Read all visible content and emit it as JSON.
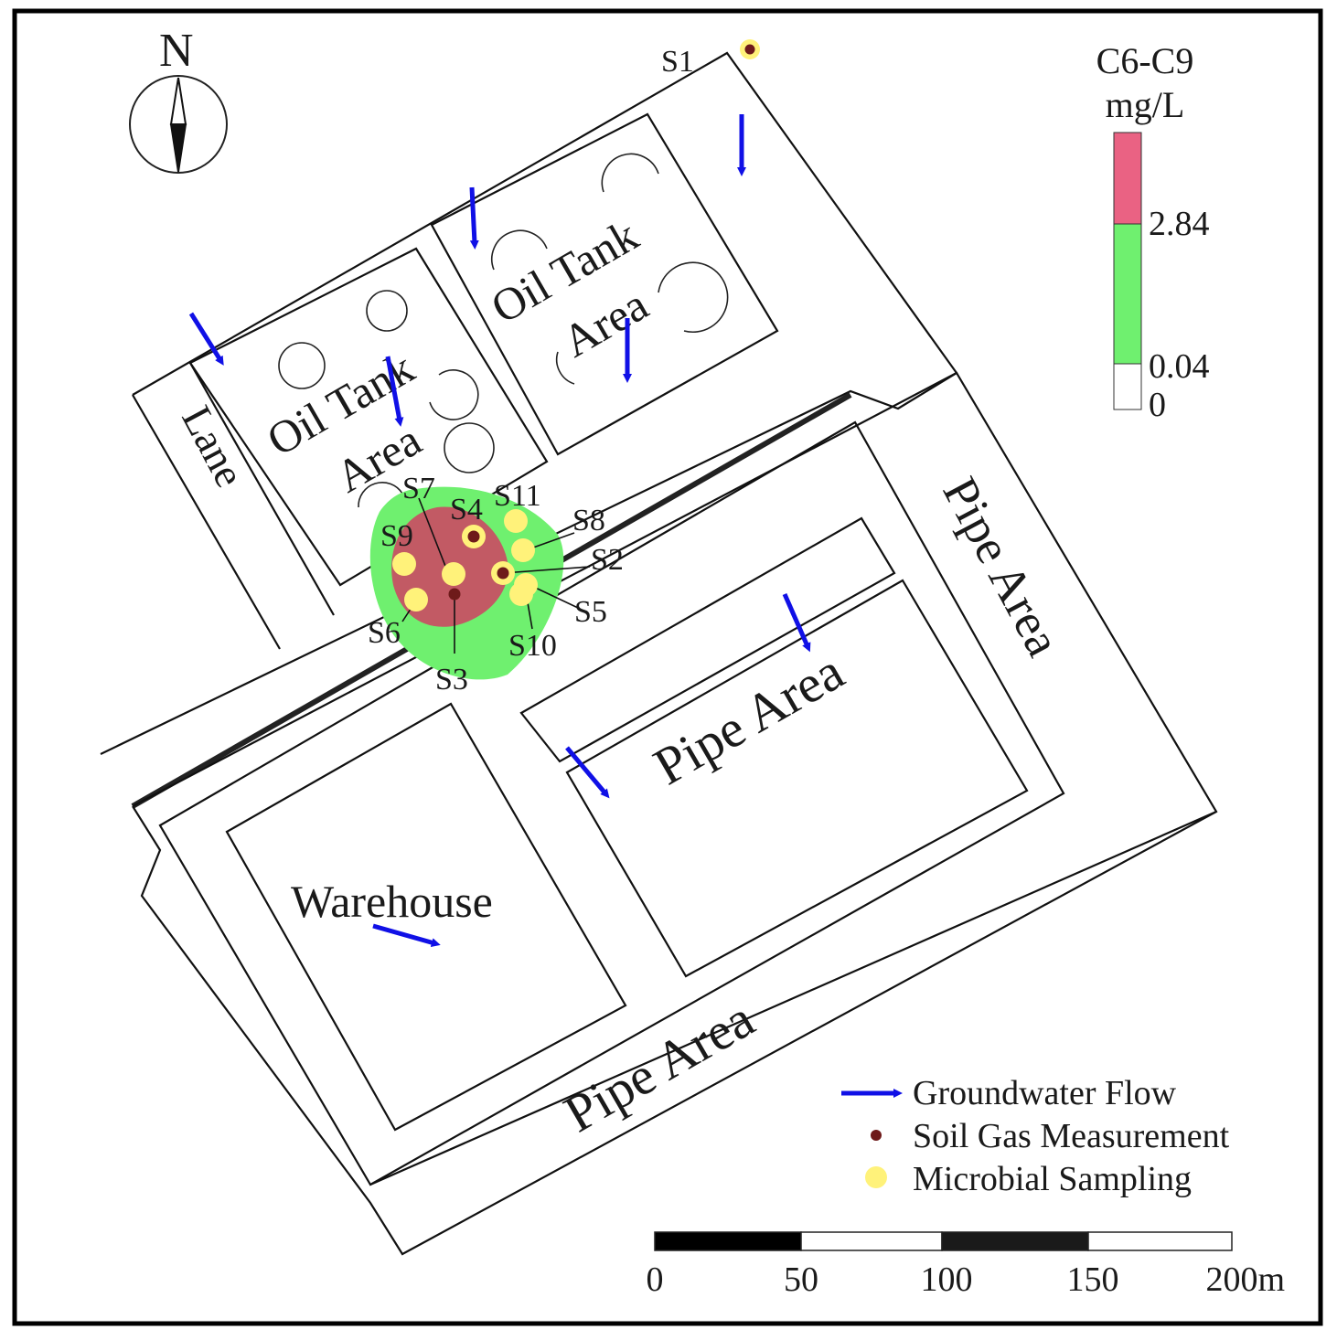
{
  "north_label": "N",
  "area_labels": {
    "oil_tank_left": [
      "Oil Tank",
      "Area"
    ],
    "oil_tank_right": [
      "Oil Tank",
      "Area"
    ],
    "lane": "Lane",
    "pipe_area_center": "Pipe Area",
    "pipe_area_east": "Pipe Area",
    "pipe_area_south": "Pipe Area",
    "warehouse": "Warehouse"
  },
  "color_scale": {
    "title": "C6-C9",
    "unit": "mg/L",
    "bins": [
      {
        "from": 2.84,
        "color": "#ea6283"
      },
      {
        "from": 0.04,
        "to": 2.84,
        "color": "#6ff06f"
      },
      {
        "from": 0,
        "to": 0.04,
        "color": "#ffffff"
      }
    ],
    "tick_labels": [
      "2.84",
      "0.04",
      "0"
    ]
  },
  "plume_colors": {
    "outer": "#6ff06f",
    "inner": "#c25a64"
  },
  "samples": [
    {
      "id": "S1",
      "label": "S1",
      "types": [
        "soil_gas",
        "microbial"
      ]
    },
    {
      "id": "S2",
      "label": "S2",
      "types": [
        "soil_gas",
        "microbial"
      ]
    },
    {
      "id": "S3",
      "label": "S3",
      "types": [
        "soil_gas"
      ]
    },
    {
      "id": "S4",
      "label": "S4",
      "types": [
        "soil_gas",
        "microbial"
      ]
    },
    {
      "id": "S5",
      "label": "S5",
      "types": [
        "microbial"
      ]
    },
    {
      "id": "S6",
      "label": "S6",
      "types": [
        "microbial"
      ]
    },
    {
      "id": "S7",
      "label": "S7",
      "types": [
        "microbial"
      ]
    },
    {
      "id": "S8",
      "label": "S8",
      "types": [
        "microbial"
      ]
    },
    {
      "id": "S9",
      "label": "S9",
      "types": [
        "microbial"
      ]
    },
    {
      "id": "S10",
      "label": "S10",
      "types": [
        "microbial"
      ]
    },
    {
      "id": "S11",
      "label": "S11",
      "types": [
        "microbial"
      ]
    }
  ],
  "legend": {
    "groundwater_flow": "Groundwater Flow",
    "soil_gas": "Soil Gas Measurement",
    "microbial": "Microbial  Sampling"
  },
  "symbol_colors": {
    "arrow": "#1010e6",
    "soil_gas": "#6e1a1a",
    "microbial": "#fff27a"
  },
  "scale_bar": {
    "ticks": [
      "0",
      "50",
      "100",
      "150",
      "200m"
    ],
    "segment_colors": [
      "#000000",
      "#ffffff",
      "#1a1a1a",
      "#ffffff"
    ]
  }
}
